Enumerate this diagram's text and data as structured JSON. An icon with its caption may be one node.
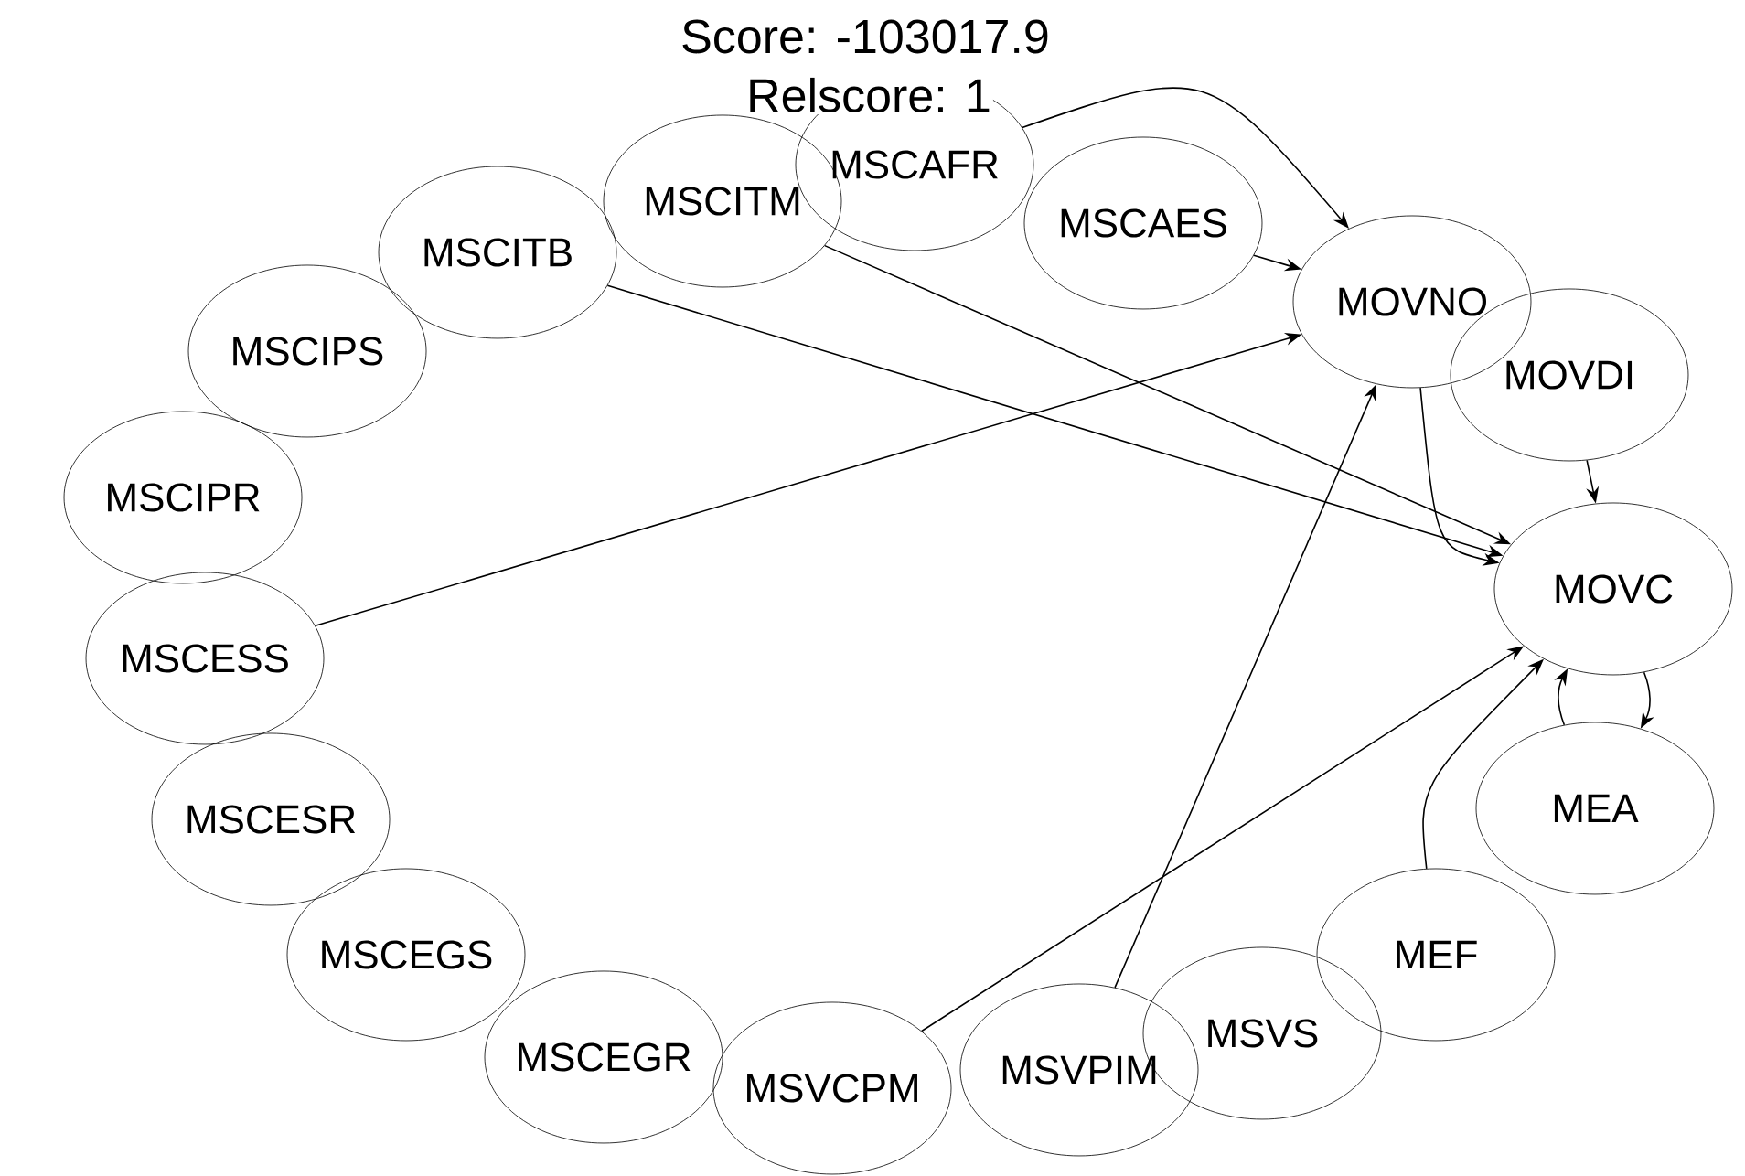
{
  "diagram": {
    "title": "Score: -103017.9",
    "labels": [
      "Relscore: 1"
    ],
    "nodes": [
      {
        "text": [
          "MSCITM"
        ]
      },
      {
        "text": [
          "MSCAFR"
        ]
      },
      {
        "text": [
          "MSCAES"
        ]
      },
      {
        "text": [
          "MOVNO"
        ]
      },
      {
        "text": [
          "MOVDI"
        ]
      },
      {
        "text": [
          "MOVC"
        ]
      },
      {
        "text": [
          "MEA"
        ]
      },
      {
        "text": [
          "MEF"
        ]
      },
      {
        "text": [
          "MSVS"
        ]
      },
      {
        "text": [
          "MSVPIM"
        ]
      },
      {
        "text": [
          "MSVCPM"
        ]
      },
      {
        "text": [
          "MSCEGR"
        ]
      },
      {
        "text": [
          "MSCEGS"
        ]
      },
      {
        "text": [
          "MSCESR"
        ]
      },
      {
        "text": [
          "MSCESS"
        ]
      },
      {
        "text": [
          "MSCIPR"
        ]
      },
      {
        "text": [
          "MSCIPS"
        ]
      },
      {
        "text": [
          "MSCITB"
        ]
      }
    ],
    "edges": [
      {
        "from": 17,
        "to": 5,
        "arrow": "to"
      },
      {
        "from": 0,
        "to": 5,
        "arrow": "to"
      },
      {
        "from": 1,
        "to": 3,
        "arrow": "to"
      },
      {
        "from": 2,
        "to": 3,
        "arrow": "to"
      },
      {
        "from": 14,
        "to": 3,
        "arrow": "to"
      },
      {
        "from": 10,
        "to": 5,
        "arrow": "to"
      },
      {
        "from": 9,
        "to": 3,
        "arrow": "to"
      },
      {
        "from": 3,
        "to": 5,
        "arrow": "to"
      },
      {
        "from": 4,
        "to": 5,
        "arrow": "to"
      },
      {
        "from": 5,
        "to": 6,
        "arrow": "to"
      },
      {
        "from": 7,
        "to": 5,
        "arrow": "to"
      },
      {
        "from": 6,
        "to": 5,
        "arrow": "to"
      }
    ]
  }
}
